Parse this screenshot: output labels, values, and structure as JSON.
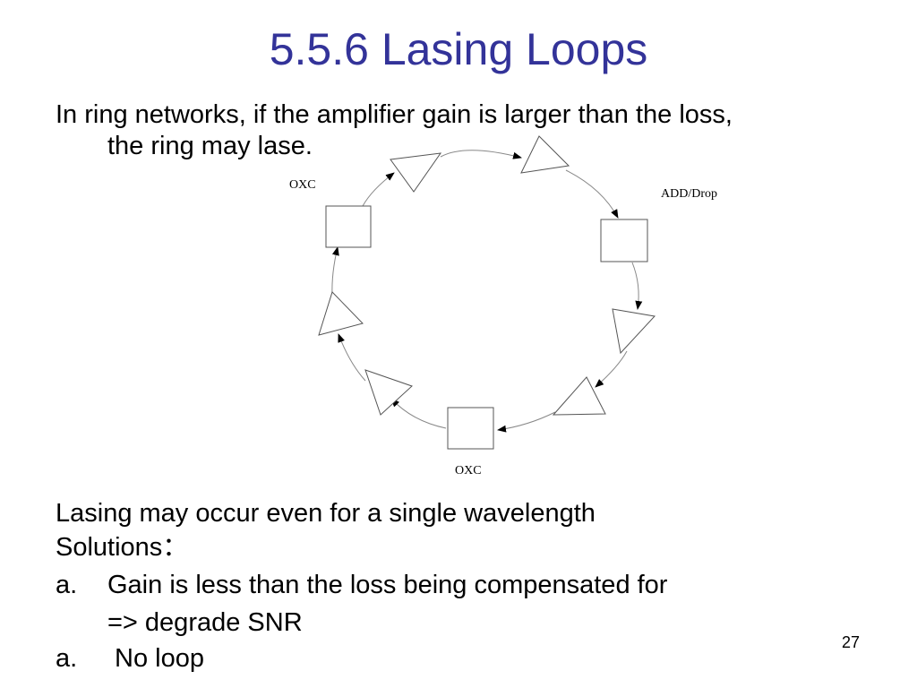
{
  "slide": {
    "title": "5.5.6 Lasing Loops",
    "intro_line1": "In ring networks, if the amplifier gain is larger than the loss,",
    "intro_line2": "the ring may lase.",
    "page_number": "27"
  },
  "diagram": {
    "labels": {
      "oxc_top": "OXC",
      "add_drop": "ADD/Drop",
      "oxc_bottom": "OXC"
    }
  },
  "body": {
    "lasing_note": "Lasing may occur even for a single wavelength",
    "solutions_heading": "Solutions：",
    "item_a_marker": "a.",
    "item_a_text": "Gain is less than the loss being compensated for",
    "item_a_sub": "=> degrade SNR",
    "item_b_marker": "a.",
    "item_b_text": " No loop"
  }
}
